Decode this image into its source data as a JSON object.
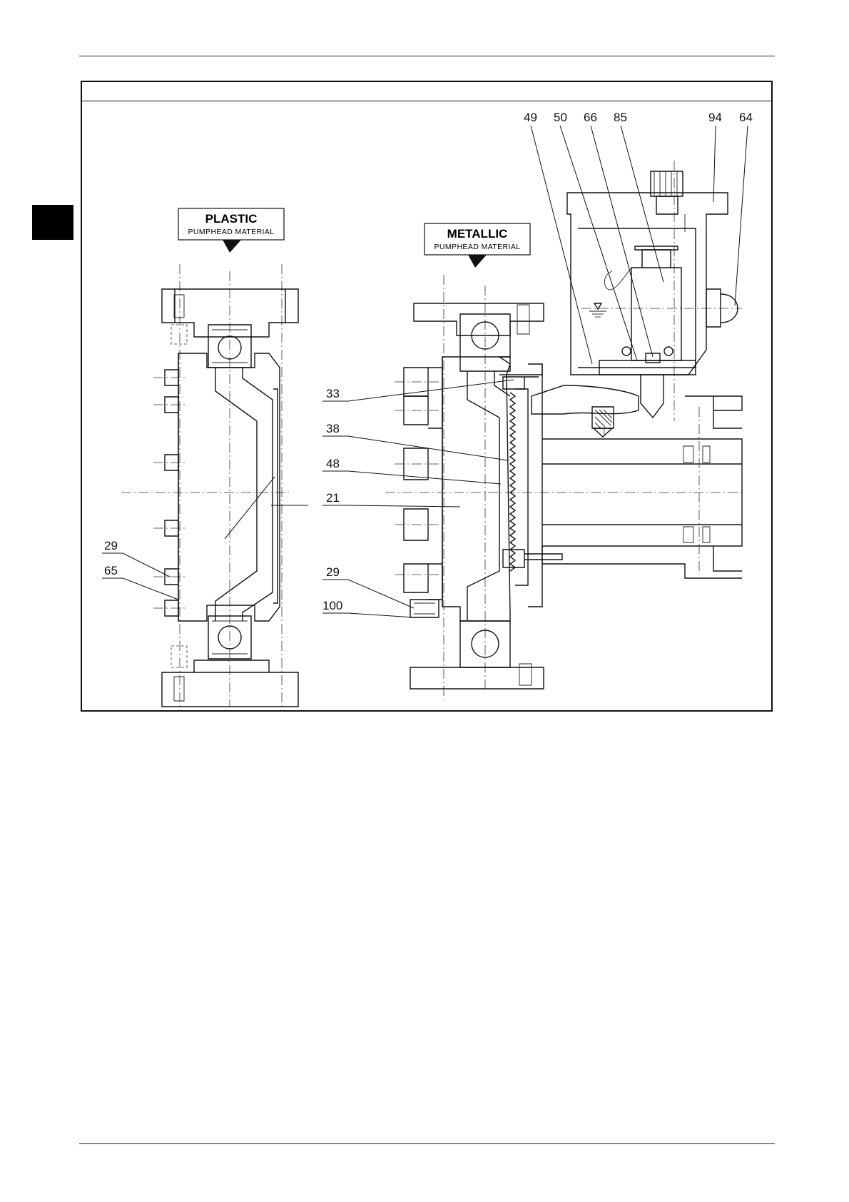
{
  "plastic_tag": {
    "title": "PLASTIC",
    "subtitle": "PUMPHEAD MATERIAL"
  },
  "metallic_tag": {
    "title": "METALLIC",
    "subtitle": "PUMPHEAD MATERIAL"
  },
  "callouts": {
    "c49": "49",
    "c50": "50",
    "c66": "66",
    "c85": "85",
    "c94": "94",
    "c64": "64",
    "c33": "33",
    "c38": "38",
    "c48": "48",
    "c21": "21",
    "c29_left": "29",
    "c65": "65",
    "c29_right": "29",
    "c100": "100"
  }
}
